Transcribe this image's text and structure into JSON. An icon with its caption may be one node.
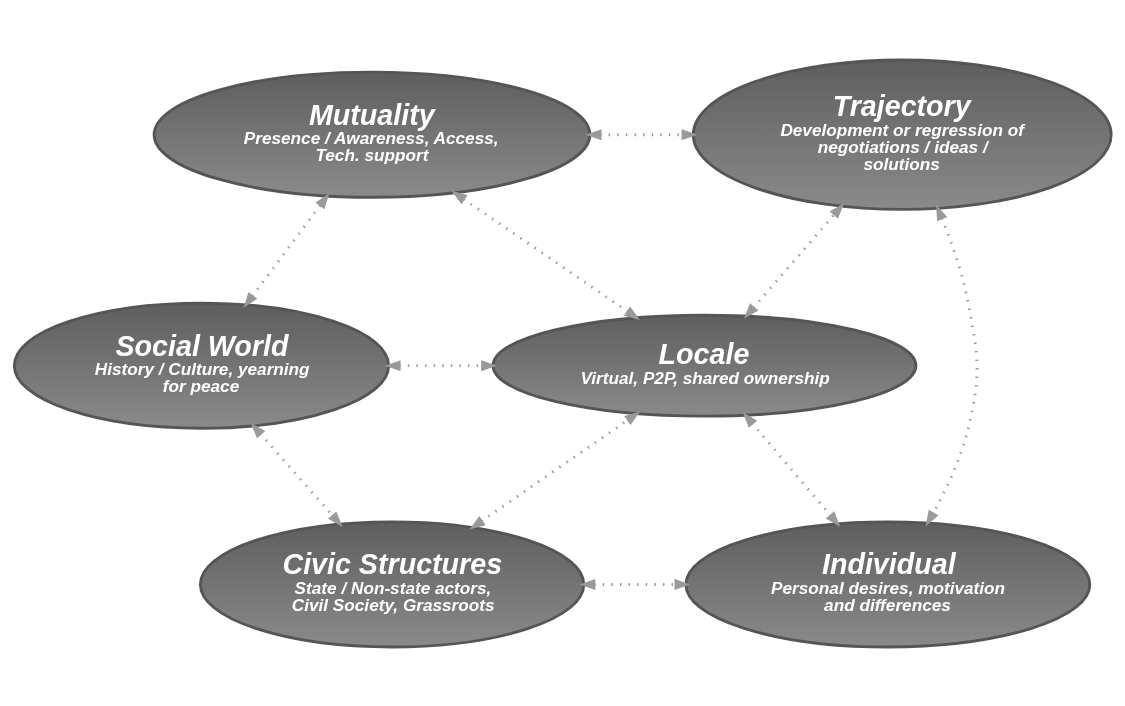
{
  "diagram": {
    "nodes": [
      {
        "text": [
          "Mutuality",
          "Presence / Awareness, Access, Tech. support"
        ]
      },
      {
        "text": [
          "Trajectory",
          "Development or regression of negotiations / ideas / solutions"
        ]
      },
      {
        "text": [
          "Social World",
          "History / Culture, yearning for peace"
        ]
      },
      {
        "text": [
          "Locale",
          "Virtual, P2P, shared ownership"
        ]
      },
      {
        "text": [
          "Civic Structures",
          "State / Non-state actors, Civil Society, Grassroots"
        ]
      },
      {
        "text": [
          "Individual",
          "Personal desires, motivation and differences"
        ]
      }
    ],
    "edges": [
      {
        "from": 0,
        "to": 1,
        "arrow": "both"
      },
      {
        "from": 2,
        "to": 0,
        "arrow": "both"
      },
      {
        "from": 0,
        "to": 3,
        "arrow": "both"
      },
      {
        "from": 3,
        "to": 1,
        "arrow": "both"
      },
      {
        "from": 2,
        "to": 3,
        "arrow": "both"
      },
      {
        "from": 1,
        "to": 5,
        "arrow": "both"
      },
      {
        "from": 2,
        "to": 4,
        "arrow": "both"
      },
      {
        "from": 4,
        "to": 3,
        "arrow": "both"
      },
      {
        "from": 3,
        "to": 5,
        "arrow": "both"
      },
      {
        "from": 4,
        "to": 5,
        "arrow": "both"
      }
    ]
  }
}
